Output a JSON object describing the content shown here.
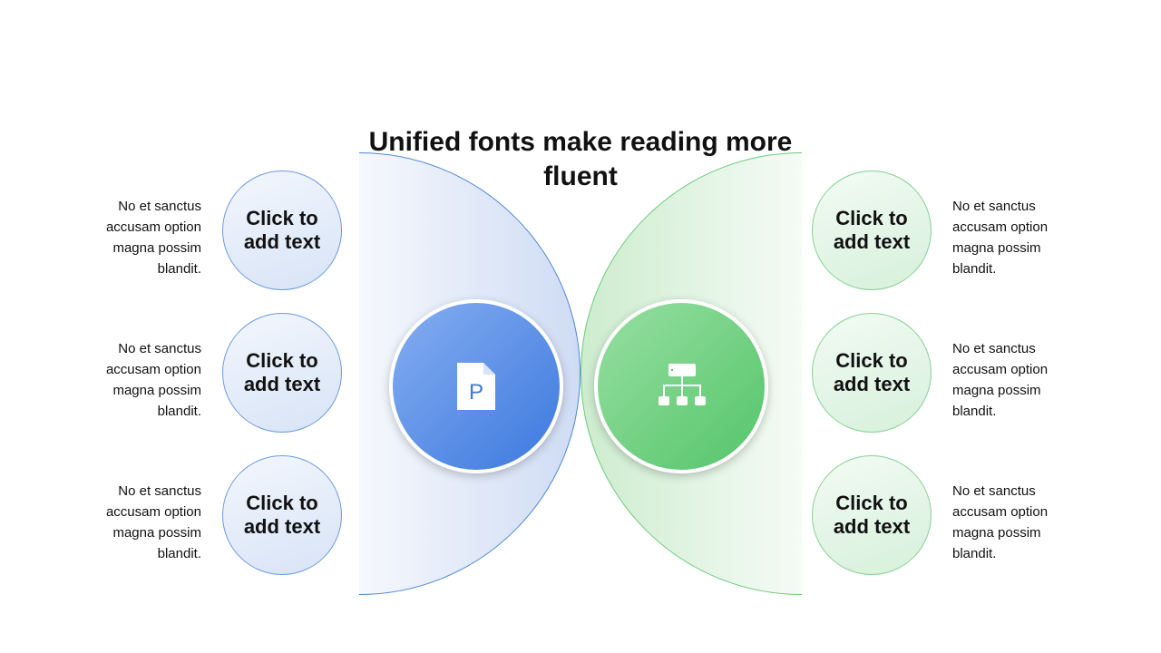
{
  "title": "Unified fonts make reading more fluent",
  "left": {
    "icon": "presentation-file-icon",
    "icon_letter": "P",
    "items": [
      {
        "label": "Click to add text",
        "description": "No et sanctus accusam option magna possim blandit."
      },
      {
        "label": "Click to add text",
        "description": "No et sanctus accusam option magna possim blandit."
      },
      {
        "label": "Click to add text",
        "description": "No et sanctus accusam option magna possim blandit."
      }
    ]
  },
  "right": {
    "icon": "hierarchy-chart-icon",
    "items": [
      {
        "label": "Click to add text",
        "description": "No et sanctus accusam option magna possim blandit."
      },
      {
        "label": "Click to add text",
        "description": "No et sanctus accusam option magna possim blandit."
      },
      {
        "label": "Click to add text",
        "description": "No et sanctus accusam option magna possim blandit."
      }
    ]
  },
  "colors": {
    "blue_accent": "#3c79df",
    "green_accent": "#54c56a"
  }
}
